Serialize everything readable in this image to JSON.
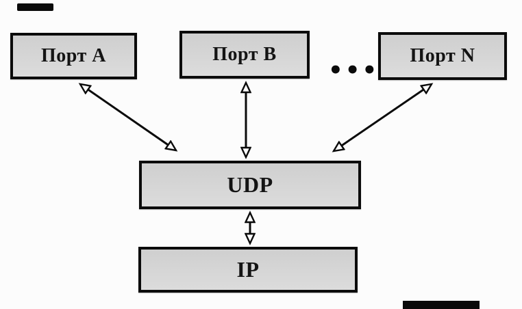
{
  "diagram": {
    "background_color": "#fcfcfc",
    "node_fill_color": "#d5d5d5",
    "node_border_color": "#0b0b0b",
    "arrow_color": "#0b0b0b",
    "nodes": {
      "port_a": {
        "label": "Порт A"
      },
      "port_b": {
        "label": "Порт B"
      },
      "port_n": {
        "label": "Порт N"
      },
      "udp": {
        "label": "UDP"
      },
      "ip": {
        "label": "IP"
      }
    },
    "ellipsis": "•••",
    "connections": [
      {
        "from": "Порт A",
        "to": "UDP",
        "type": "bidirectional-arrow"
      },
      {
        "from": "Порт B",
        "to": "UDP",
        "type": "bidirectional-arrow"
      },
      {
        "from": "Порт N",
        "to": "UDP",
        "type": "bidirectional-arrow"
      },
      {
        "from": "UDP",
        "to": "IP",
        "type": "bidirectional-arrow"
      }
    ]
  }
}
